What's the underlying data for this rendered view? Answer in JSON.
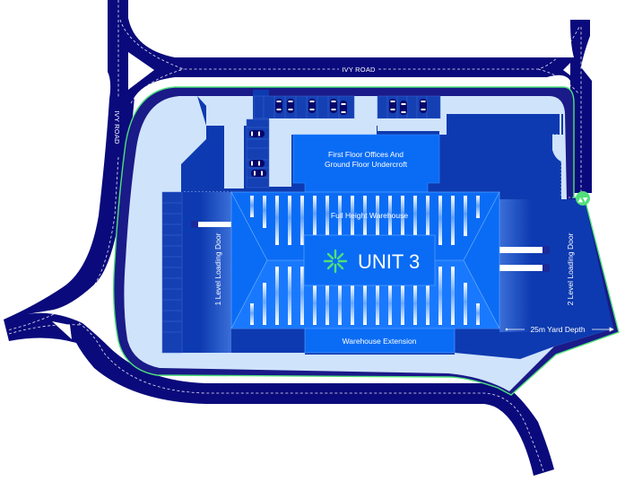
{
  "roads": {
    "top_label": "IVY ROAD",
    "left_label": "IVY ROAD"
  },
  "buildings": {
    "offices_line1": "First Floor Offices And",
    "offices_line2": "Ground Floor Undercroft",
    "warehouse": "Full Height Warehouse",
    "unit_name": "UNIT 3",
    "extension": "Warehouse Extension"
  },
  "yard": {
    "left_door": "1 Level Loading Door",
    "right_door": "2 Level Loading Door",
    "yard_depth": "25m Yard Depth"
  },
  "entrance_marker": {
    "icon": "in-out-arrows-icon",
    "glyph": "▲▼"
  },
  "colors": {
    "road": "#0a0a7c",
    "road_edge": "#1a1a88",
    "boundary": "#4fe07a",
    "site_light": "#cfe3fb",
    "yard": "#0d3ab0",
    "building": "#0a6cf5",
    "building_light": "#2a86ff",
    "logo": "#4fe07a"
  }
}
